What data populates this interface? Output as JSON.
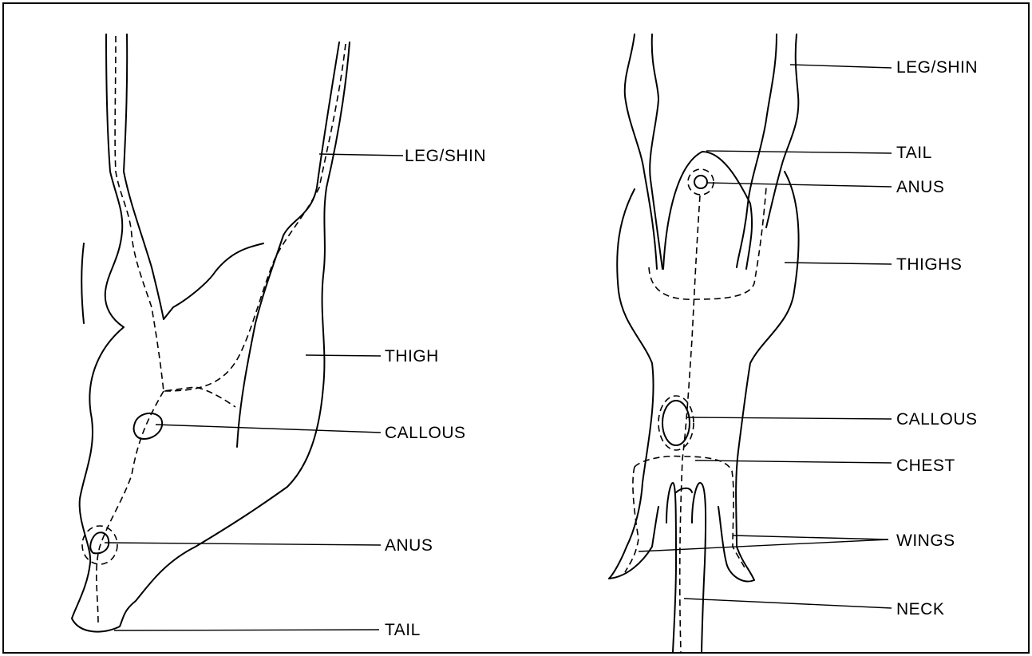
{
  "left_view": {
    "labels": {
      "leg_shin": "LEG/SHIN",
      "thigh": "THIGH",
      "callous": "CALLOUS",
      "anus": "ANUS",
      "tail": "TAIL"
    }
  },
  "right_view": {
    "labels": {
      "leg_shin": "LEG/SHIN",
      "tail": "TAIL",
      "anus": "ANUS",
      "thighs": "THIGHS",
      "callous": "CALLOUS",
      "chest": "CHEST",
      "wings": "WINGS",
      "neck": "NECK"
    }
  }
}
